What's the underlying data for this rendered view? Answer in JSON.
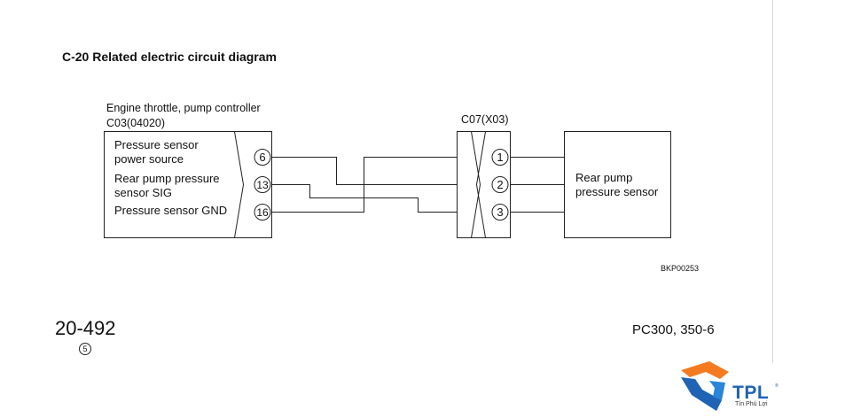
{
  "title": "C-20 Related electric circuit diagram",
  "controller": {
    "name": "Engine throttle, pump controller",
    "code": "C03(04020)",
    "signals": [
      {
        "line1": "Pressure sensor",
        "line2": "power source",
        "pin": "6"
      },
      {
        "line1": "Rear pump pressure",
        "line2": "sensor SIG",
        "pin": "13"
      },
      {
        "line1": "Pressure sensor GND",
        "line2": "",
        "pin": "16"
      }
    ]
  },
  "connector": {
    "code": "C07(X03)",
    "pins": [
      "1",
      "2",
      "3"
    ]
  },
  "sensor": {
    "line1": "Rear pump",
    "line2": "pressure sensor"
  },
  "figure_code": "BKP00253",
  "footer": {
    "page": "20-492",
    "revision": "5",
    "model": "PC300, 350-6"
  },
  "logo": {
    "text": "TPL",
    "subtitle": "Tín Phú Lợi",
    "mark": "®"
  },
  "colors": {
    "ink": "#111111",
    "logo_blue": "#1f63b5",
    "logo_orange": "#f47a20"
  }
}
